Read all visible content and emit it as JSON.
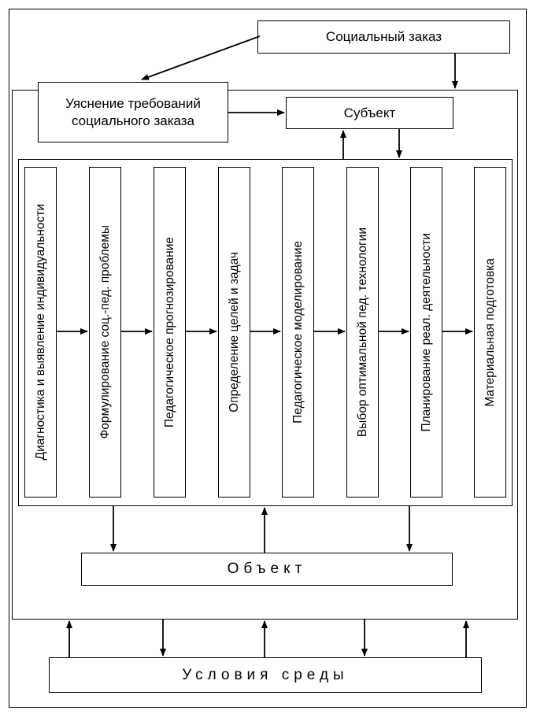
{
  "social_order": "Социальный заказ",
  "clarification": [
    "Уяснение требований",
    "социального заказа"
  ],
  "subject": "Субъект",
  "object": "Объект",
  "environment": "Условия среды",
  "stages": [
    "Диагностика и выявление индивидуальности",
    "Формулирование соц.-пед. проблемы",
    "Педагогическое прогнозирование",
    "Определение целей и задач",
    "Педагогическое моделирование",
    "Выбор оптимальной пед. технологии",
    "Планирование реал. деятельности",
    "Материальная подготовка"
  ]
}
